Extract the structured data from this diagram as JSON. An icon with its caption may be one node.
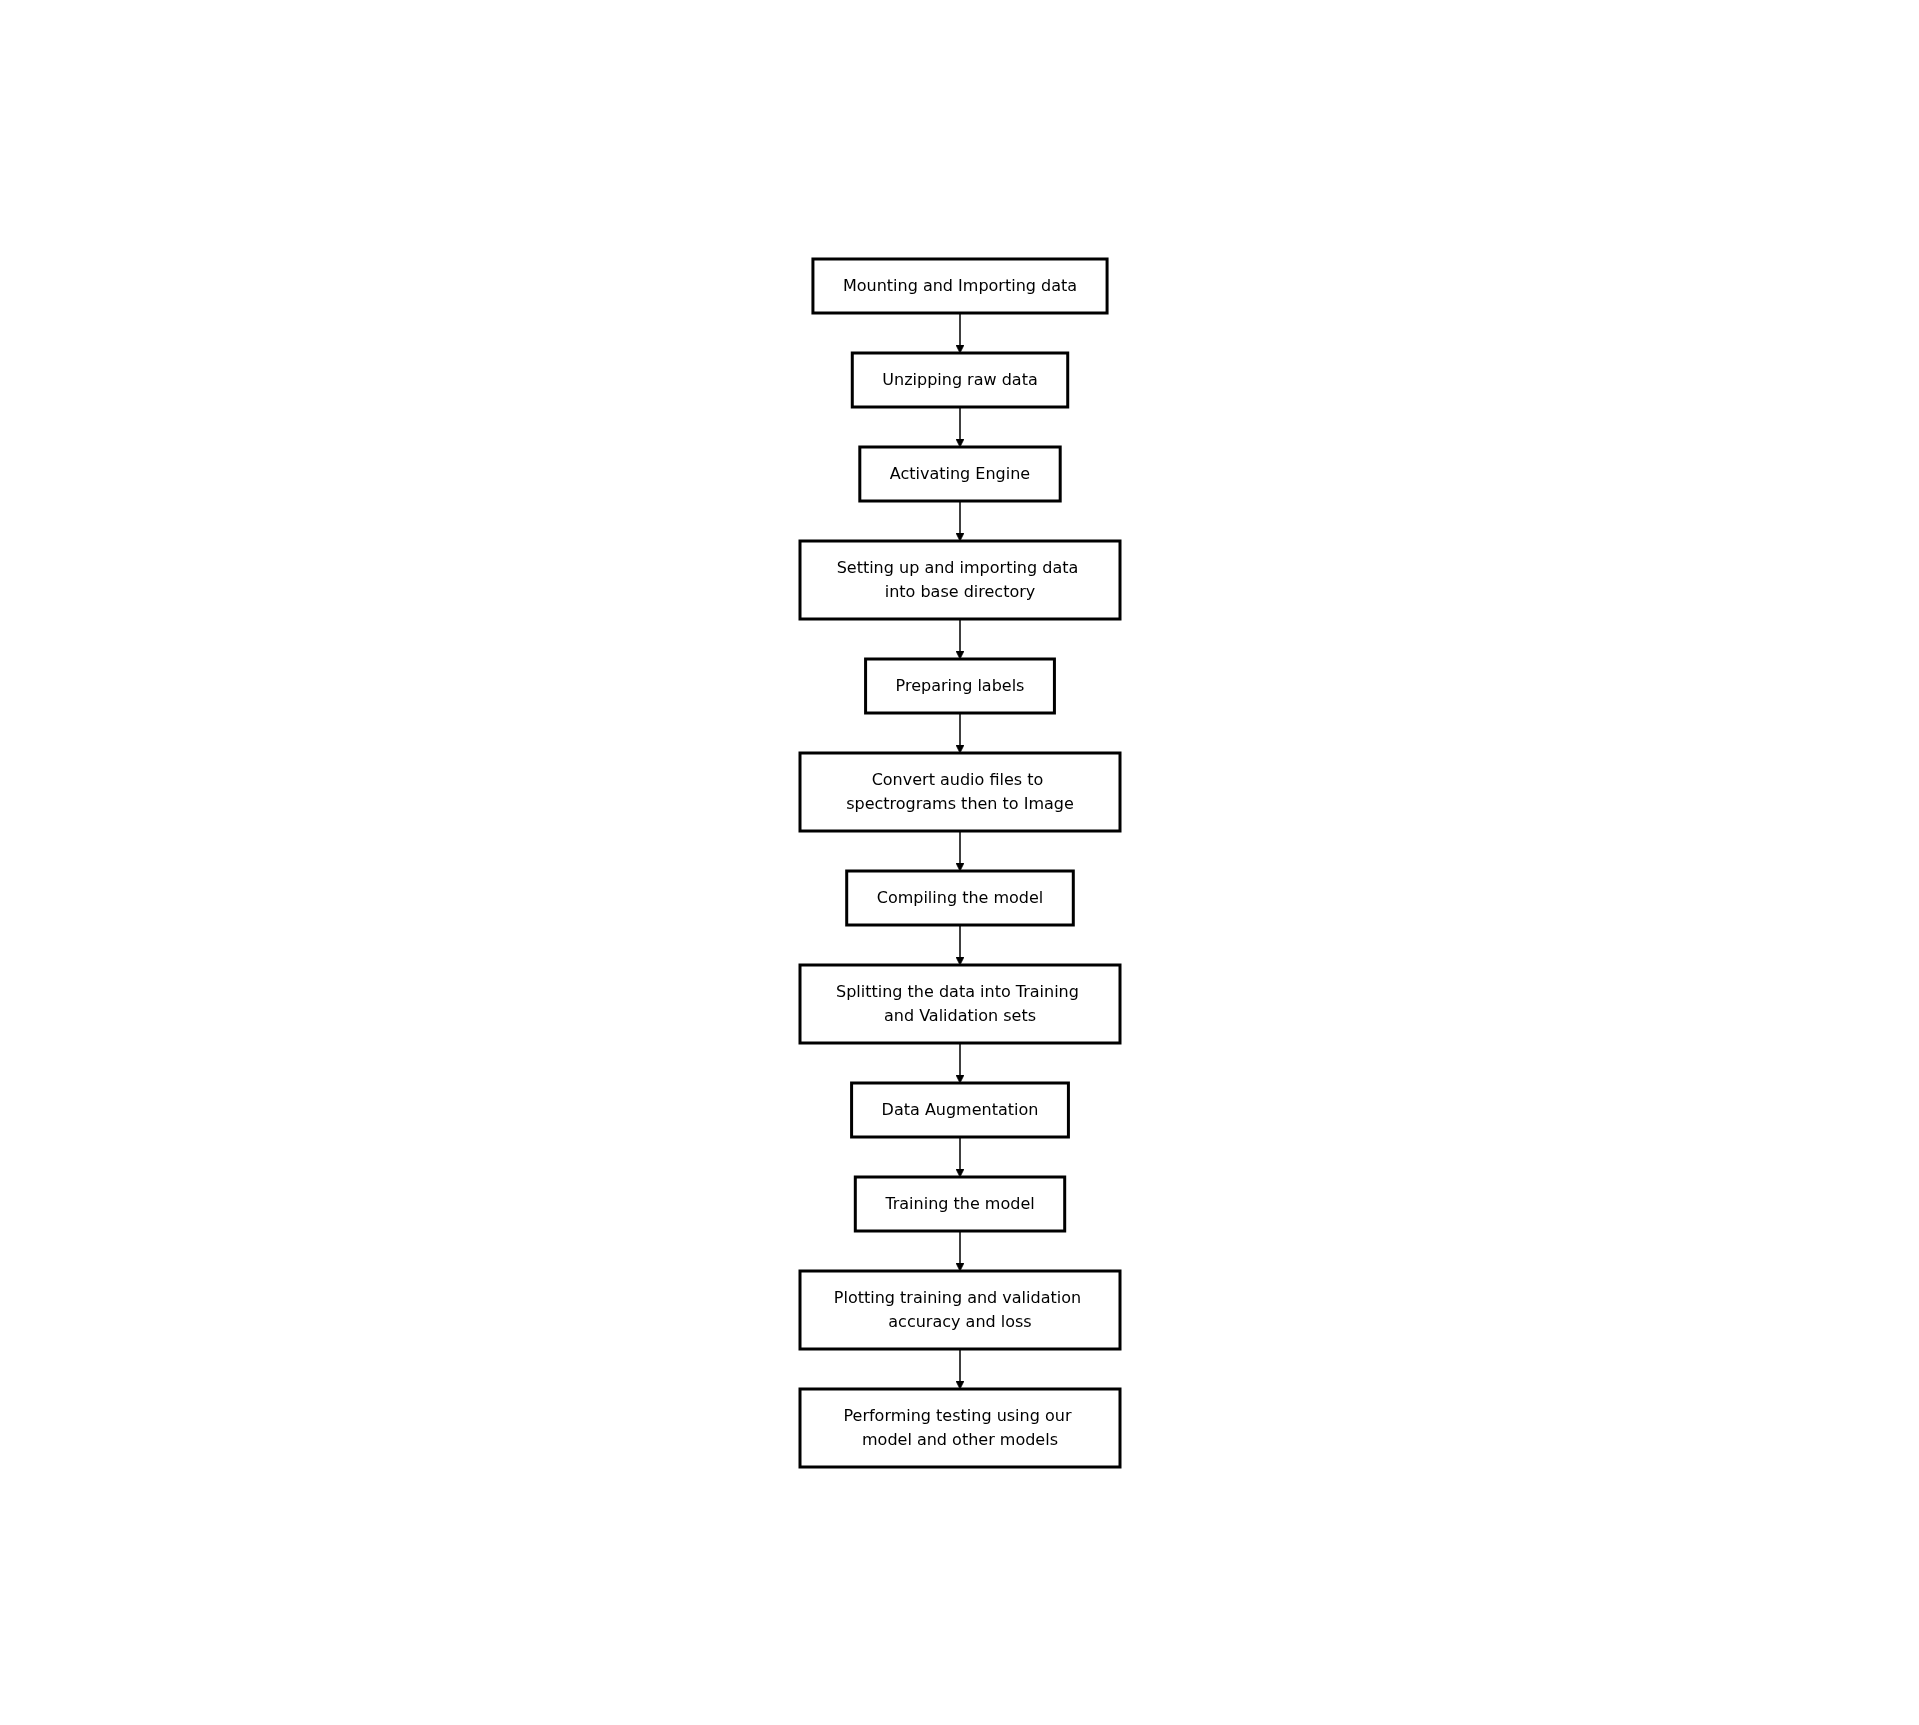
{
  "diagram": {
    "nodes": [
      {
        "text": [
          "Mounting and Importing data"
        ]
      },
      {
        "text": [
          "Unzipping raw data"
        ]
      },
      {
        "text": [
          "Activating Engine"
        ]
      },
      {
        "text": [
          "Setting up and importing data into base directory"
        ]
      },
      {
        "text": [
          "Preparing labels"
        ]
      },
      {
        "text": [
          "Convert audio files to spectrograms then to Image"
        ]
      },
      {
        "text": [
          "Compiling the model"
        ]
      },
      {
        "text": [
          "Splitting the data into Training and Validation sets"
        ]
      },
      {
        "text": [
          "Data Augmentation"
        ]
      },
      {
        "text": [
          "Training the model"
        ]
      },
      {
        "text": [
          "Plotting training and validation accuracy and loss"
        ]
      },
      {
        "text": [
          "Performing testing using our model and other models"
        ]
      }
    ],
    "edges": [
      {
        "from": 0,
        "to": 1,
        "arrow": "to"
      },
      {
        "from": 1,
        "to": 2,
        "arrow": "to"
      },
      {
        "from": 2,
        "to": 3,
        "arrow": "to"
      },
      {
        "from": 3,
        "to": 4,
        "arrow": "to"
      },
      {
        "from": 4,
        "to": 5,
        "arrow": "to"
      },
      {
        "from": 5,
        "to": 6,
        "arrow": "to"
      },
      {
        "from": 6,
        "to": 7,
        "arrow": "to"
      },
      {
        "from": 7,
        "to": 8,
        "arrow": "to"
      },
      {
        "from": 8,
        "to": 9,
        "arrow": "to"
      },
      {
        "from": 9,
        "to": 10,
        "arrow": "to"
      },
      {
        "from": 10,
        "to": 11,
        "arrow": "to"
      }
    ]
  }
}
